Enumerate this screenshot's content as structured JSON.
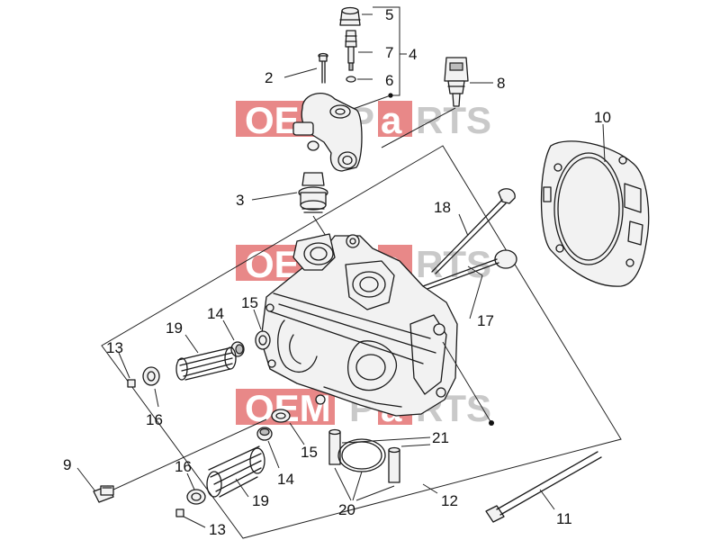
{
  "watermark": {
    "oem": "OEM",
    "parts_left": "P",
    "parts_mid": "a",
    "parts_right": "RTS"
  },
  "callouts": {
    "c2": "2",
    "c3": "3",
    "c4": "4",
    "c5": "5",
    "c6": "6",
    "c7": "7",
    "c8": "8",
    "c9": "9",
    "c10": "10",
    "c11": "11",
    "c12": "12",
    "c13a": "13",
    "c13b": "13",
    "c14a": "14",
    "c14b": "14",
    "c15a": "15",
    "c15b": "15",
    "c16a": "16",
    "c16b": "16",
    "c17": "17",
    "c18": "18",
    "c19a": "19",
    "c19b": "19",
    "c20": "20",
    "c21": "21"
  },
  "colors": {
    "watermark_red": "#e06060",
    "line": "#1a1a1a"
  }
}
